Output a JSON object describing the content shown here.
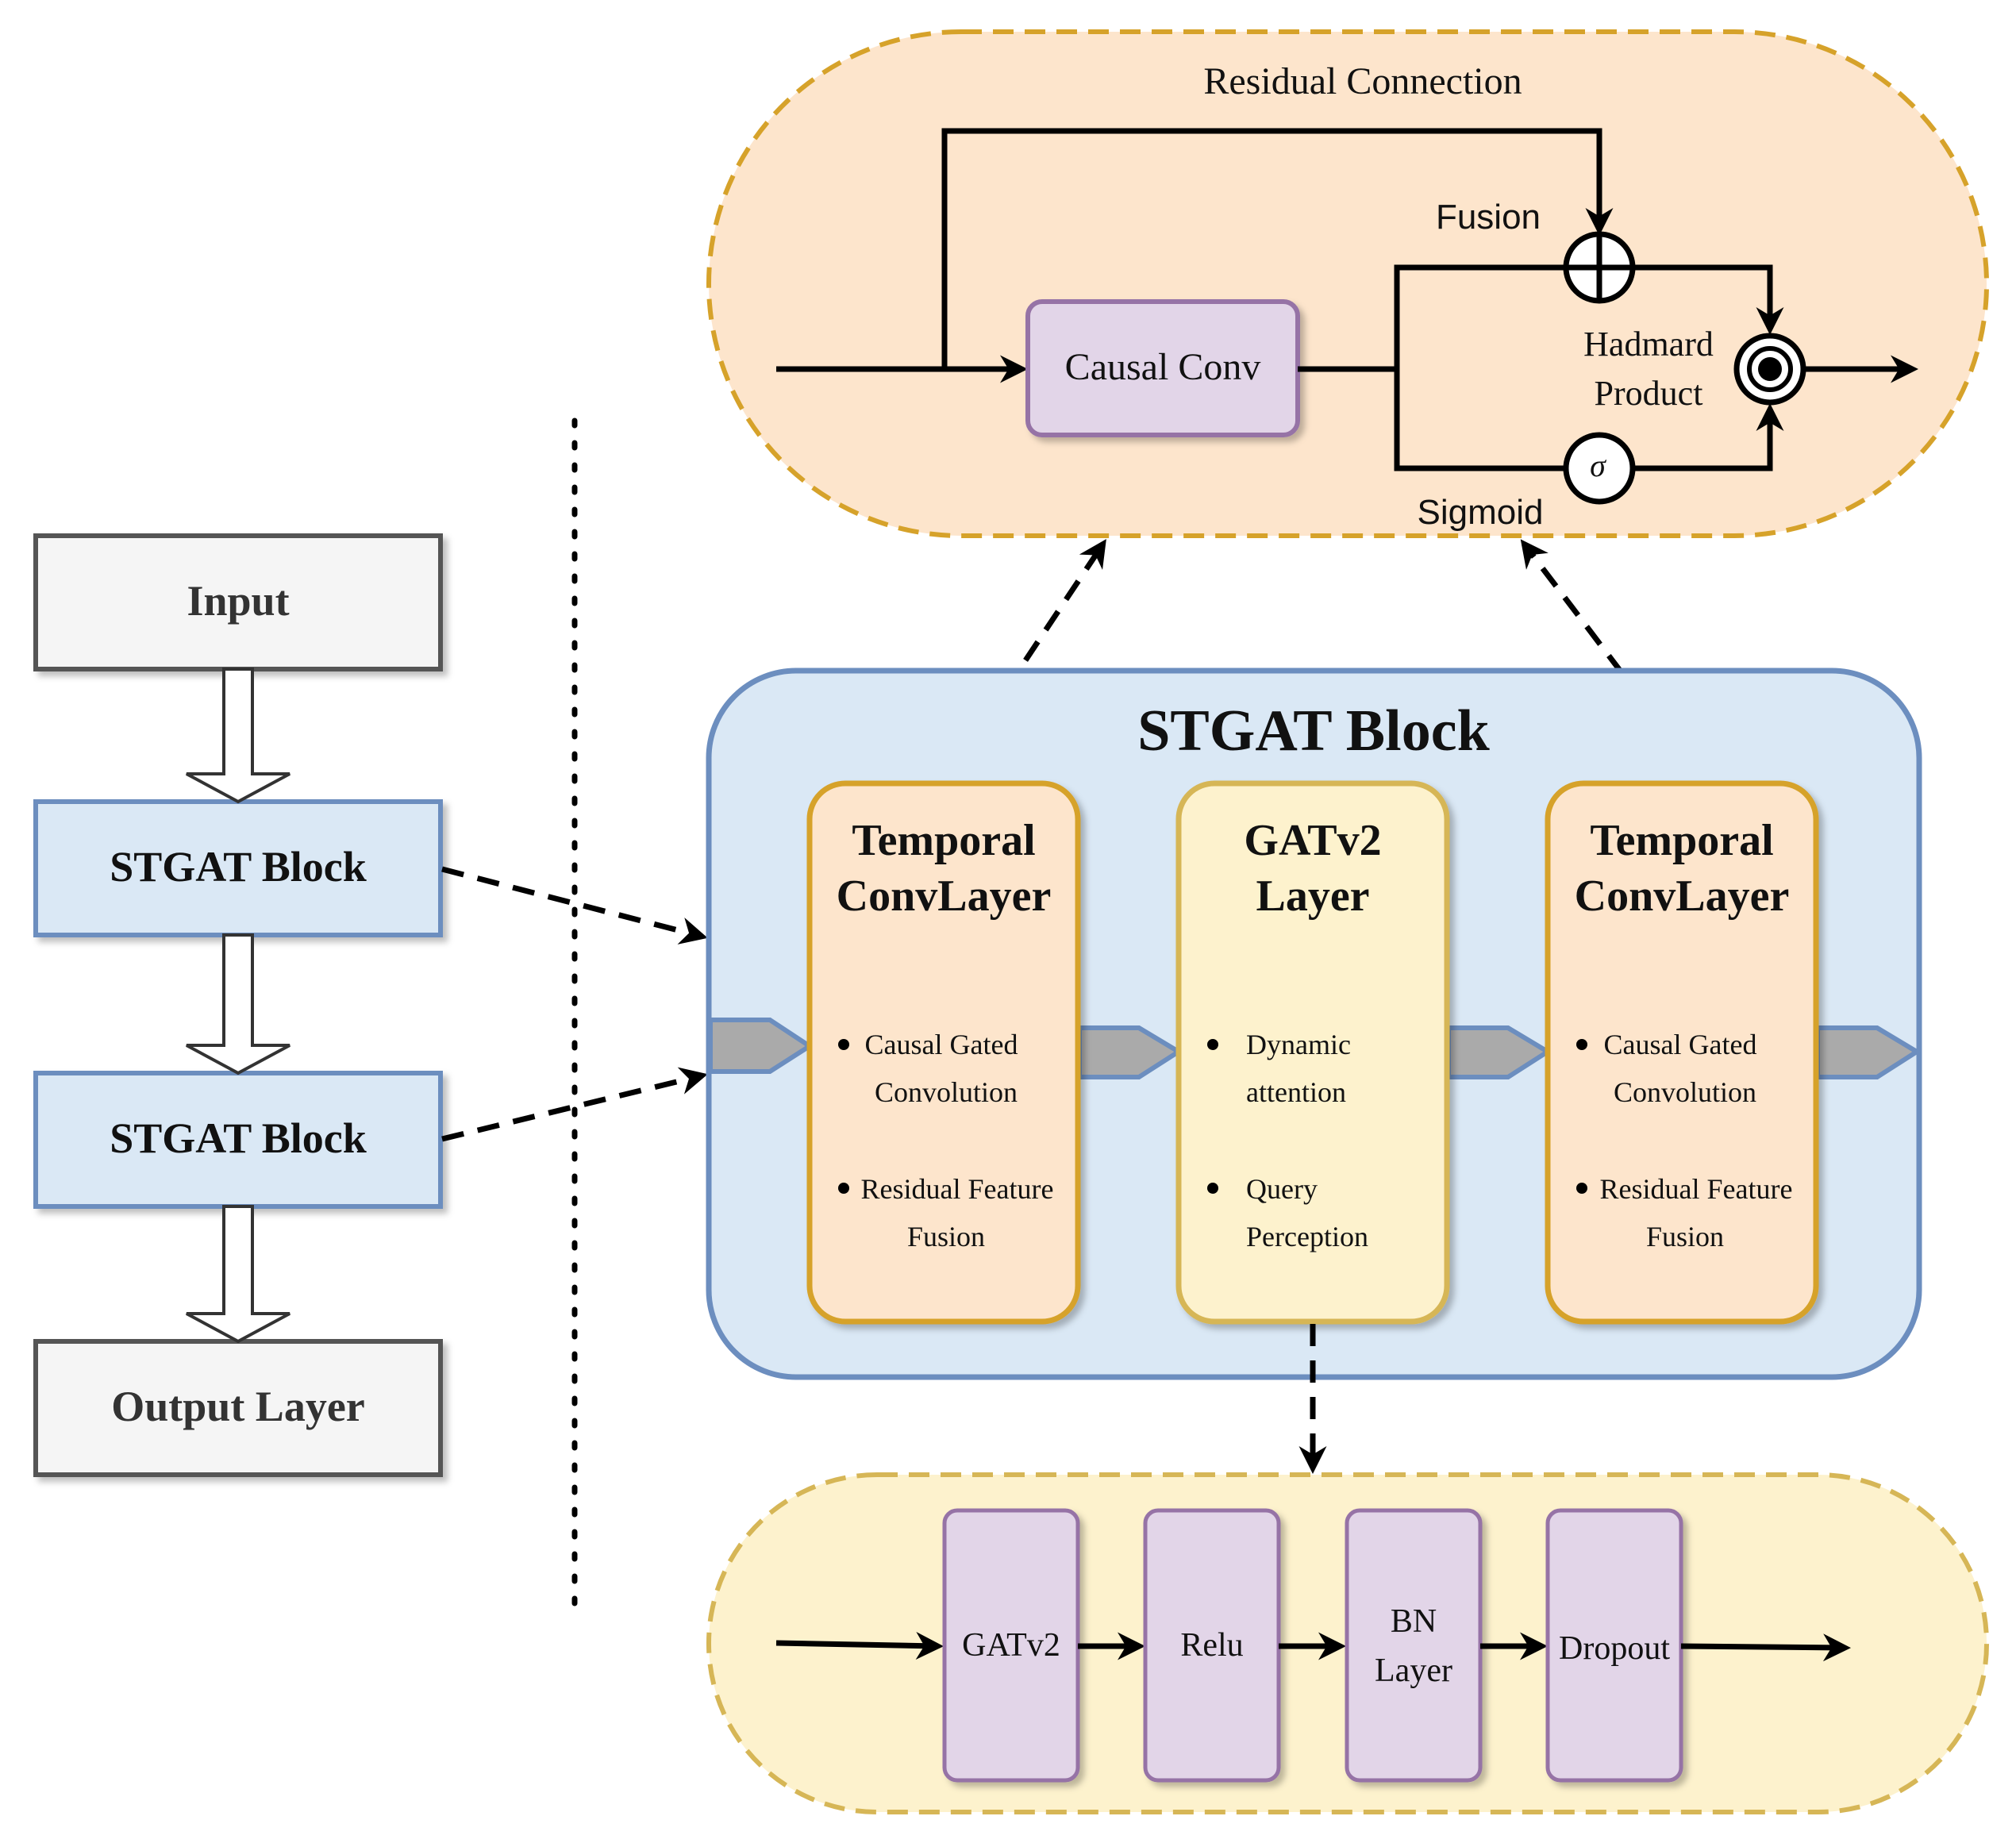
{
  "pipeline": {
    "input_label": "Input",
    "block1_label": "STGAT Block",
    "block2_label": "STGAT Block",
    "output_label": "Output Layer"
  },
  "residual": {
    "title": "Residual Connection",
    "causal_conv_label": "Causal Conv",
    "fusion_label": "Fusion",
    "hadamard_line1": "Hadmard",
    "hadamard_line2": "Product",
    "sigmoid_label": "Sigmoid",
    "sigma_symbol": "σ"
  },
  "stgat": {
    "title": "STGAT Block",
    "temporal_left": {
      "title_line1": "Temporal",
      "title_line2": "ConvLayer",
      "bullet1_line1": "Causal Gated",
      "bullet1_line2": "Convolution",
      "bullet2_line1": "Residual Feature",
      "bullet2_line2": "Fusion"
    },
    "gat": {
      "title_line1": "GATv2",
      "title_line2": "Layer",
      "bullet1_line1": "Dynamic",
      "bullet1_line2": "attention",
      "bullet2_line1": "Query",
      "bullet2_line2": "Perception"
    },
    "temporal_right": {
      "title_line1": "Temporal",
      "title_line2": "ConvLayer",
      "bullet1_line1": "Causal Gated",
      "bullet1_line2": "Convolution",
      "bullet2_line1": "Residual Feature",
      "bullet2_line2": "Fusion"
    }
  },
  "gat_detail": {
    "gatv2_label": "GATv2",
    "relu_label": "Relu",
    "bn_line1": "BN",
    "bn_line2": "Layer",
    "dropout_label": "Dropout"
  },
  "colors": {
    "orange_fill": "#fde5cc",
    "orange_border": "#d6a22a",
    "blue_fill": "#dae8f5",
    "blue_border": "#6c8ebf",
    "yellow_fill": "#fdf2cd",
    "yellow_border": "#d6b656",
    "purple_fill": "#e2d5e8",
    "purple_border": "#9673a6",
    "gray_fill": "#f5f5f5",
    "gray_border": "#555555"
  }
}
